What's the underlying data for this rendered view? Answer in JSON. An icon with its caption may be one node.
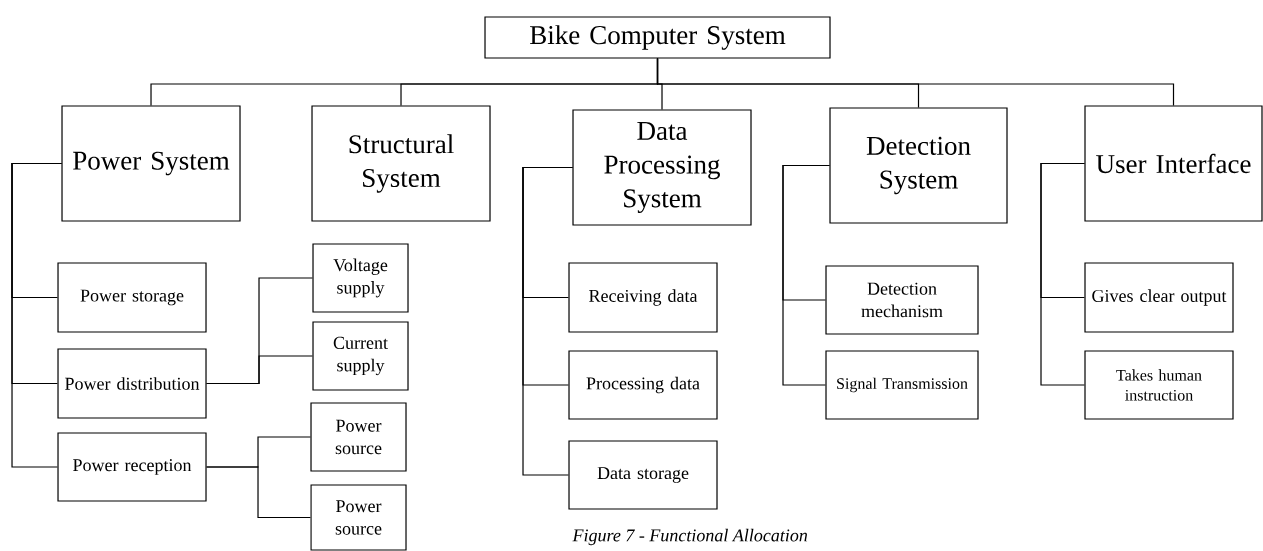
{
  "diagram": {
    "caption": "Figure 7 - Functional Allocation",
    "nodes": [
      {
        "text": [
          "Bike Computer System"
        ]
      },
      {
        "text": [
          "Power System"
        ]
      },
      {
        "text": [
          "Structural System"
        ]
      },
      {
        "text": [
          "Data Processing System"
        ]
      },
      {
        "text": [
          "Detection System"
        ]
      },
      {
        "text": [
          "User Interface"
        ]
      },
      {
        "text": [
          "Power storage"
        ]
      },
      {
        "text": [
          "Power distribution"
        ]
      },
      {
        "text": [
          "Power reception"
        ]
      },
      {
        "text": [
          "Voltage supply"
        ]
      },
      {
        "text": [
          "Current supply"
        ]
      },
      {
        "text": [
          "Power source"
        ]
      },
      {
        "text": [
          "Power source"
        ]
      },
      {
        "text": [
          "Receiving data"
        ]
      },
      {
        "text": [
          "Processing data"
        ]
      },
      {
        "text": [
          "Data storage"
        ]
      },
      {
        "text": [
          "Detection mechanism"
        ]
      },
      {
        "text": [
          "Signal Transmission"
        ]
      },
      {
        "text": [
          "Gives clear output"
        ]
      },
      {
        "text": [
          "Takes human instruction"
        ]
      }
    ],
    "edges": [
      {
        "from": 0,
        "to": 1,
        "arrow": "none"
      },
      {
        "from": 0,
        "to": 2,
        "arrow": "none"
      },
      {
        "from": 0,
        "to": 3,
        "arrow": "none"
      },
      {
        "from": 0,
        "to": 4,
        "arrow": "none"
      },
      {
        "from": 0,
        "to": 5,
        "arrow": "none"
      },
      {
        "from": 1,
        "to": 6,
        "arrow": "none"
      },
      {
        "from": 1,
        "to": 7,
        "arrow": "none"
      },
      {
        "from": 1,
        "to": 8,
        "arrow": "none"
      },
      {
        "from": 7,
        "to": 9,
        "arrow": "none"
      },
      {
        "from": 7,
        "to": 10,
        "arrow": "none"
      },
      {
        "from": 8,
        "to": 11,
        "arrow": "none"
      },
      {
        "from": 8,
        "to": 12,
        "arrow": "none"
      },
      {
        "from": 3,
        "to": 13,
        "arrow": "none"
      },
      {
        "from": 3,
        "to": 14,
        "arrow": "none"
      },
      {
        "from": 3,
        "to": 15,
        "arrow": "none"
      },
      {
        "from": 4,
        "to": 16,
        "arrow": "none"
      },
      {
        "from": 4,
        "to": 17,
        "arrow": "none"
      },
      {
        "from": 5,
        "to": 18,
        "arrow": "none"
      },
      {
        "from": 5,
        "to": 19,
        "arrow": "none"
      }
    ]
  }
}
